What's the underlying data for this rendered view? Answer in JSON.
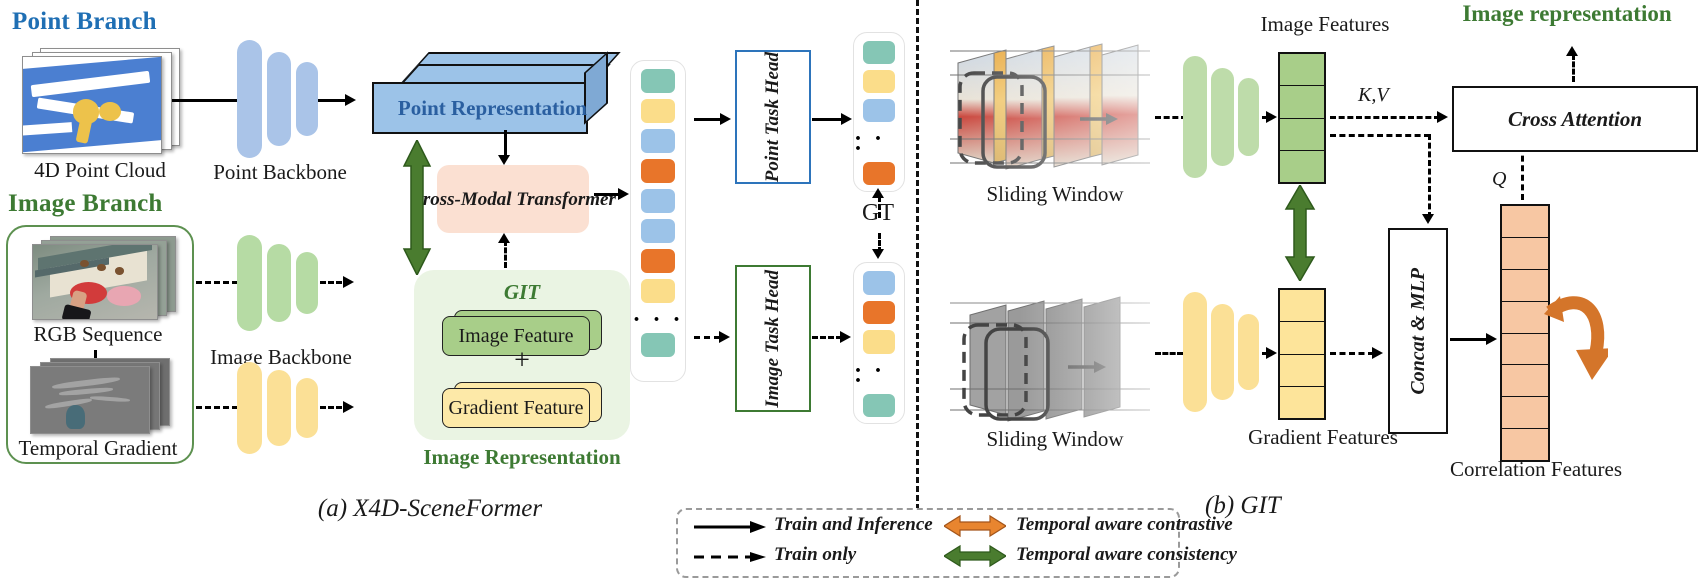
{
  "figure": {
    "caption_a": "(a) X4D-SceneFormer",
    "caption_b": "(b) GIT"
  },
  "panel_a": {
    "point_branch": {
      "title": "Point Branch",
      "title_color": "#1f6fb4",
      "input_label": "4D Point Cloud",
      "backbone_label": "Point Backbone",
      "representation_label": "Point Representation",
      "representation_color": "#9cc3e8"
    },
    "image_branch": {
      "title": "Image Branch",
      "title_color": "#3d7a33",
      "rgb_label": "RGB Sequence",
      "gradient_label": "Temporal Gradient",
      "backbone_label": "Image Backbone"
    },
    "cross_modal": {
      "label": "Cross-Modal Transformer",
      "color": "#fbe0d2"
    },
    "git_block": {
      "title": "GIT",
      "image_feature_label": "Image Feature",
      "gradient_feature_label": "Gradient Feature",
      "plus": "+",
      "footer_label": "Image Representation",
      "image_feature_color": "#a8ce89",
      "gradient_feature_color": "#fde9a8"
    },
    "token_column": {
      "dots": "· · ·",
      "colors": [
        "#85c6b5",
        "#fbdd8a",
        "#9cc3e8",
        "#e8752a",
        "#9cc3e8",
        "#9cc3e8",
        "#e8752a",
        "#fbdd8a",
        "#85c6b5"
      ]
    },
    "heads": {
      "point_task_head": "Point Task Head",
      "point_head_border": "#2d74bb",
      "image_task_head": "Image Task Head",
      "image_head_border": "#3d7a33"
    },
    "outputs": {
      "gt_label": "GT",
      "point_output_colors": [
        "#85c6b5",
        "#fbdd8a",
        "#9cc3e8",
        "#e8752a"
      ],
      "image_output_colors": [
        "#9cc3e8",
        "#e8752a",
        "#fbdd8a",
        "#85c6b5"
      ],
      "dots": "· · ·"
    }
  },
  "panel_b": {
    "top_row": {
      "sliding_window_label": "Sliding Window",
      "features_label": "Image Features",
      "feature_color": "#a8ce89",
      "cells": 4
    },
    "bottom_row": {
      "sliding_window_label": "Sliding Window",
      "features_label": "Gradient Features",
      "feature_color": "#fde49a",
      "cells": 4
    },
    "concat_mlp": {
      "label": "Concat & MLP"
    },
    "cross_attention": {
      "label": "Cross Attention",
      "kv_label": "K,V",
      "q_label": "Q"
    },
    "image_representation": {
      "label": "Image representation",
      "color": "#3d7a33"
    },
    "correlation": {
      "label": "Correlation Features",
      "color": "#f7c7a3",
      "cells": 8
    }
  },
  "legend": {
    "items": [
      {
        "text": "Train and Inference",
        "style": "solid-arrow"
      },
      {
        "text": "Train only",
        "style": "dashed-arrow"
      },
      {
        "text": "Temporal aware contrastive",
        "style": "orange-double-arrow",
        "color": "#e8852f"
      },
      {
        "text": "Temporal aware consistency",
        "style": "green-double-arrow",
        "color": "#4a7c2f"
      }
    ]
  }
}
